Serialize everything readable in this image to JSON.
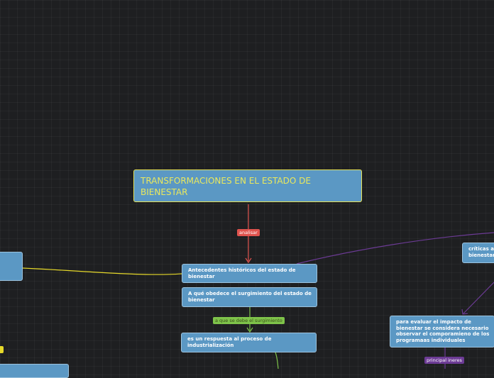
{
  "root": {
    "title": "TRANSFORMACIONES EN EL ESTADO DE BIENESTAR"
  },
  "nodes": {
    "antecedentes": "Antecedentes históricos del estado de bienestar",
    "a_que_obedece": "A qué obedece el surgimiento del estado de bienestar",
    "respuesta": "es un respuesta al proceso de industrialización",
    "evaluar": "para evaluar el impacto de bienestar se considera necesario observar el comporamieno de los programaas individuales",
    "criticas": "críticas a bienestar"
  },
  "labels": {
    "analisar": "analisar",
    "a_que_se_debe": "a que se debe el surgimiento",
    "principal": "principal ineres"
  },
  "colors": {
    "node_fill": "#5b98c4",
    "root_border": "#e6e35a",
    "link_red": "#e0534e",
    "link_yellow": "#e6d92a",
    "link_green": "#7ec34a",
    "link_purple": "#6c3b95"
  }
}
